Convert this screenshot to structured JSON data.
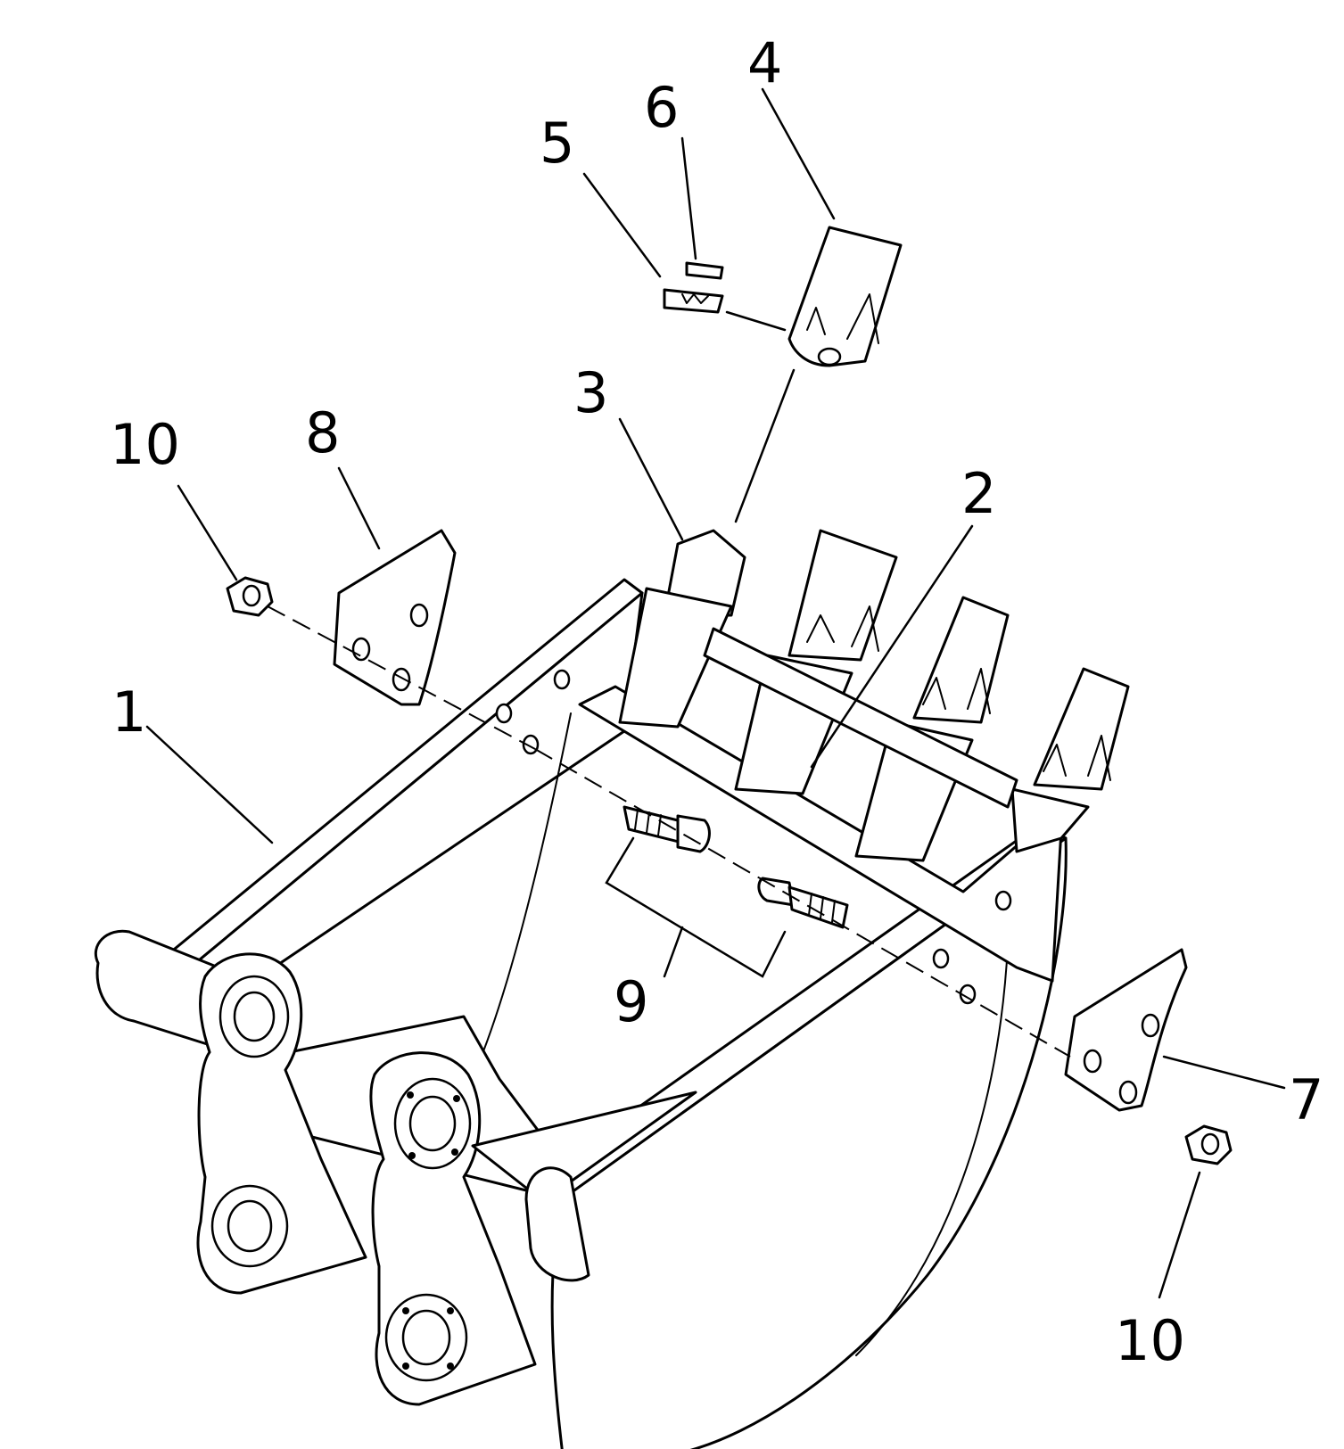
{
  "diagram": {
    "callouts": [
      {
        "id": "1",
        "label": "1"
      },
      {
        "id": "2",
        "label": "2"
      },
      {
        "id": "3",
        "label": "3"
      },
      {
        "id": "4",
        "label": "4"
      },
      {
        "id": "5",
        "label": "5"
      },
      {
        "id": "6",
        "label": "6"
      },
      {
        "id": "7",
        "label": "7"
      },
      {
        "id": "8",
        "label": "8"
      },
      {
        "id": "9",
        "label": "9"
      },
      {
        "id": "10a",
        "label": "10"
      },
      {
        "id": "10b",
        "label": "10"
      }
    ]
  },
  "colors": {
    "ink": "#000000",
    "paper": "#ffffff"
  }
}
